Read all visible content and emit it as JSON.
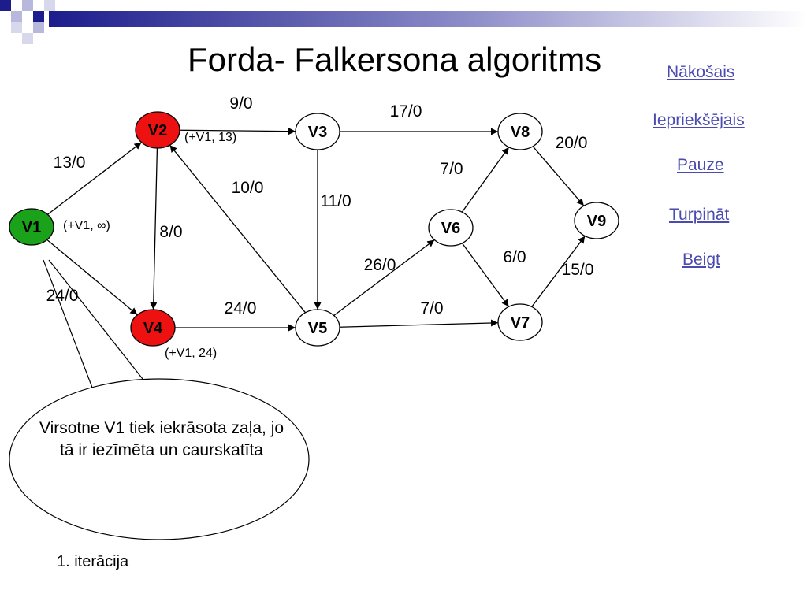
{
  "title": "Forda- Falkersona algoritms",
  "nav": {
    "next": "Nākošais",
    "prev": "Iepriekšējais",
    "pause": "Pauze ",
    "resume": "Turpināt ",
    "end": "Beigt"
  },
  "colors": {
    "link": "#4a4ab0",
    "source_node": "#1aa31a",
    "labeled_node": "#ee1111",
    "deco_dark": "#1c1c8c",
    "deco_light": "#b8b8dc"
  },
  "nodes": [
    {
      "id": "V1",
      "label": "V1",
      "state": "source"
    },
    {
      "id": "V2",
      "label": "V2",
      "state": "labeled"
    },
    {
      "id": "V3",
      "label": "V3",
      "state": "normal"
    },
    {
      "id": "V4",
      "label": "V4",
      "state": "labeled"
    },
    {
      "id": "V5",
      "label": "V5",
      "state": "normal"
    },
    {
      "id": "V6",
      "label": "V6",
      "state": "normal"
    },
    {
      "id": "V7",
      "label": "V7",
      "state": "normal"
    },
    {
      "id": "V8",
      "label": "V8",
      "state": "normal"
    },
    {
      "id": "V9",
      "label": "V9",
      "state": "normal"
    }
  ],
  "edges": [
    {
      "from": "V1",
      "to": "V2",
      "label": "13/0"
    },
    {
      "from": "V1",
      "to": "V4",
      "label": "24/0"
    },
    {
      "from": "V2",
      "to": "V3",
      "label": "9/0"
    },
    {
      "from": "V2",
      "to": "V4",
      "label": "8/0"
    },
    {
      "from": "V5",
      "to": "V2",
      "label": "10/0"
    },
    {
      "from": "V3",
      "to": "V5",
      "label": "11/0"
    },
    {
      "from": "V3",
      "to": "V8",
      "label": "17/0"
    },
    {
      "from": "V4",
      "to": "V5",
      "label": "24/0"
    },
    {
      "from": "V5",
      "to": "V6",
      "label": "26/0"
    },
    {
      "from": "V5",
      "to": "V7",
      "label": "7/0"
    },
    {
      "from": "V6",
      "to": "V8",
      "label": "7/0"
    },
    {
      "from": "V6",
      "to": "V7",
      "label": "6/0"
    },
    {
      "from": "V8",
      "to": "V9",
      "label": "20/0"
    },
    {
      "from": "V7",
      "to": "V9",
      "label": "15/0"
    }
  ],
  "node_marks": [
    {
      "node": "V1",
      "text": "(+V1, ∞)"
    },
    {
      "node": "V2",
      "text": "(+V1, 13)"
    },
    {
      "node": "V4",
      "text": "(+V1, 24)"
    }
  ],
  "callout": "Virsotne V1 tiek iekrāsota zaļa, jo tā ir iezīmēta un caurskatīta",
  "iteration": "1. iterācija"
}
